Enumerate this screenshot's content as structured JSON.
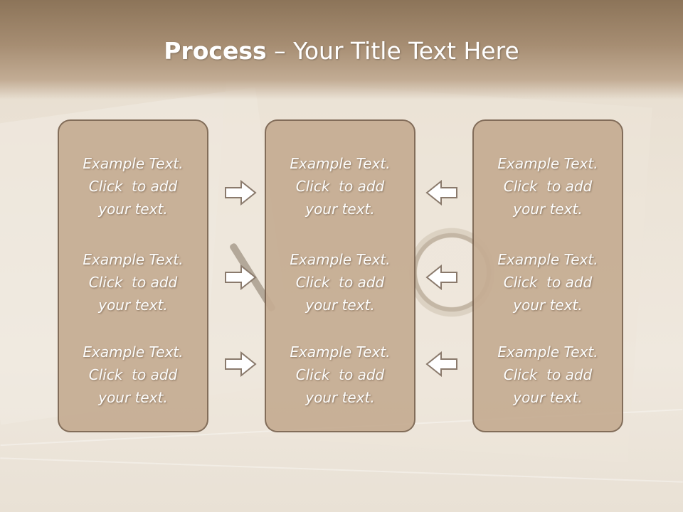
{
  "title": {
    "bold": "Process",
    "rest": " – Your Title Text Here"
  },
  "columns": [
    {
      "cells": [
        {
          "l1": "Example Text.",
          "l2": "Click  to add",
          "l3": "your text."
        },
        {
          "l1": "Example Text.",
          "l2": "Click  to add",
          "l3": "your text."
        },
        {
          "l1": "Example Text.",
          "l2": "Click  to add",
          "l3": "your text."
        }
      ]
    },
    {
      "cells": [
        {
          "l1": "Example Text.",
          "l2": "Click  to add",
          "l3": "your text."
        },
        {
          "l1": "Example Text.",
          "l2": "Click  to add",
          "l3": "your text."
        },
        {
          "l1": "Example Text.",
          "l2": "Click  to add",
          "l3": "your text."
        }
      ]
    },
    {
      "cells": [
        {
          "l1": "Example Text.",
          "l2": "Click  to add",
          "l3": "your text."
        },
        {
          "l1": "Example Text.",
          "l2": "Click  to add",
          "l3": "your text."
        },
        {
          "l1": "Example Text.",
          "l2": "Click  to add",
          "l3": "your text."
        }
      ]
    }
  ],
  "arrows": {
    "left_group": "arrow-right-icon",
    "right_group": "arrow-left-icon"
  },
  "colors": {
    "box_fill": "#c6ad93",
    "box_border": "#7a6450",
    "header": "#8c7459",
    "arrow_fill": "#ffffff",
    "arrow_stroke": "#8a7a6c"
  }
}
